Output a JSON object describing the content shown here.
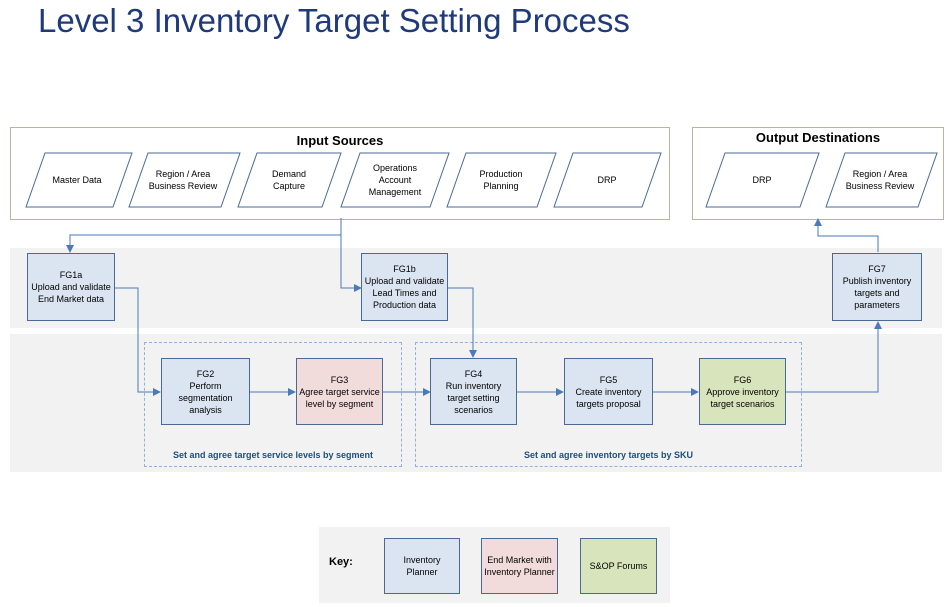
{
  "title": "Level 3 Inventory Target Setting Process",
  "input_sources": {
    "title": "Input Sources",
    "items": [
      "Master Data",
      "Region / Area Business Review",
      "Demand Capture",
      "Operations Account Management",
      "Production Planning",
      "DRP"
    ]
  },
  "output_destinations": {
    "title": "Output Destinations",
    "items": [
      "DRP",
      "Region / Area Business Review"
    ]
  },
  "steps": {
    "fg1a": {
      "id": "FG1a",
      "text": "Upload and validate End Market data"
    },
    "fg1b": {
      "id": "FG1b",
      "text": "Upload and validate Lead Times and Production data"
    },
    "fg7": {
      "id": "FG7",
      "text": "Publish inventory targets and parameters"
    },
    "fg2": {
      "id": "FG2",
      "text": "Perform segmentation analysis"
    },
    "fg3": {
      "id": "FG3",
      "text": "Agree target service level by segment"
    },
    "fg4": {
      "id": "FG4",
      "text": "Run inventory target setting scenarios"
    },
    "fg5": {
      "id": "FG5",
      "text": "Create inventory targets proposal"
    },
    "fg6": {
      "id": "FG6",
      "text": "Approve inventory target scenarios"
    }
  },
  "groups": {
    "service_levels": "Set and agree target service levels by segment",
    "inventory_targets": "Set and agree inventory targets by SKU"
  },
  "key": {
    "label": "Key:",
    "items": [
      "Inventory Planner",
      "End Market with Inventory Planner",
      "S&OP Forums"
    ]
  },
  "colors": {
    "inventory_planner": "#dbe5f1",
    "end_market": "#f2dcdb",
    "sop_forums": "#d8e4bc",
    "title": "#1f3a7a",
    "connector": "#4a7ab8"
  }
}
